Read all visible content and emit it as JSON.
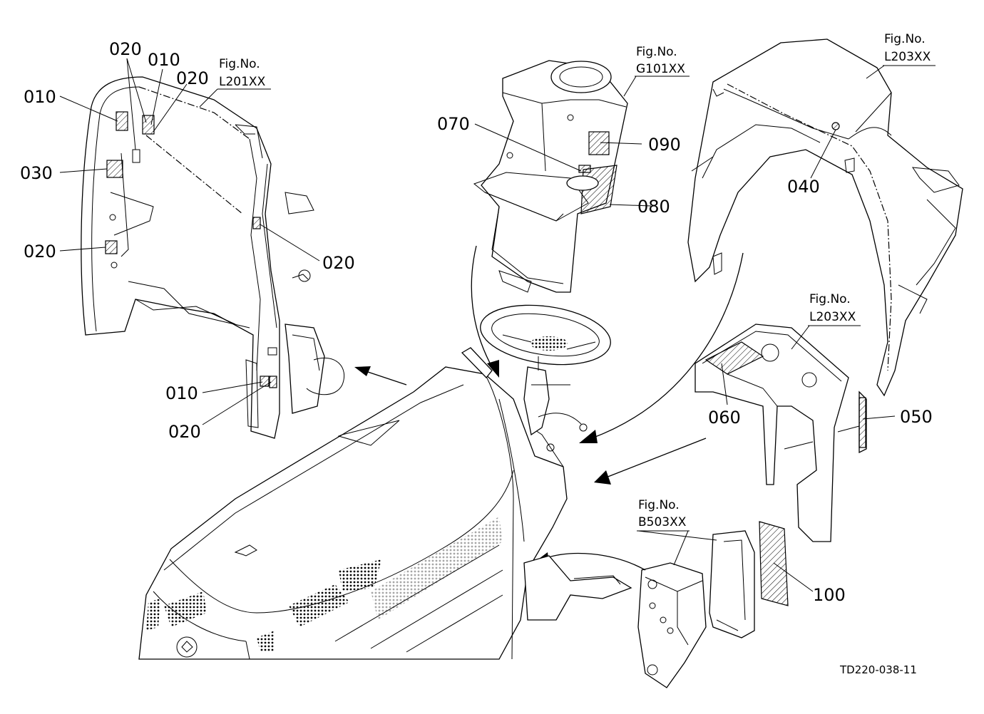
{
  "drawing_code": "TD220-038-11",
  "fig_refs": [
    {
      "title": "Fig.No.",
      "code": "L201XX"
    },
    {
      "title": "Fig.No.",
      "code": "G101XX"
    },
    {
      "title": "Fig.No.",
      "code": "L203XX"
    },
    {
      "title": "Fig.No.",
      "code": "L203XX"
    },
    {
      "title": "Fig.No.",
      "code": "B503XX"
    }
  ],
  "callouts": [
    {
      "label": "020"
    },
    {
      "label": "010"
    },
    {
      "label": "020"
    },
    {
      "label": "010"
    },
    {
      "label": "030"
    },
    {
      "label": "020"
    },
    {
      "label": "020"
    },
    {
      "label": "010"
    },
    {
      "label": "020"
    },
    {
      "label": "070"
    },
    {
      "label": "090"
    },
    {
      "label": "080"
    },
    {
      "label": "040"
    },
    {
      "label": "060"
    },
    {
      "label": "050"
    },
    {
      "label": "100"
    }
  ]
}
